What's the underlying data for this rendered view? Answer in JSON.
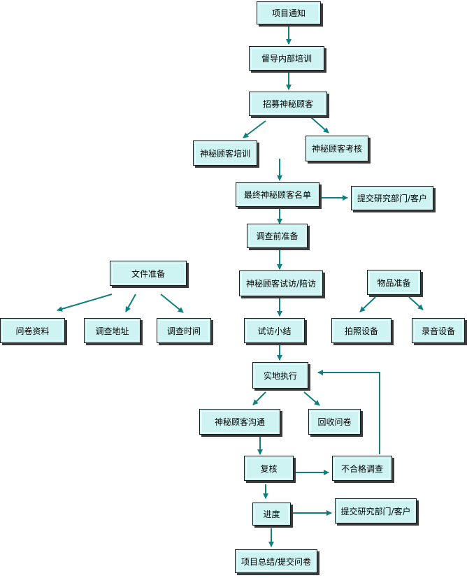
{
  "colors": {
    "box_fill": "#cdf3f3",
    "box_border": "#1a1a1a",
    "connector": "#0f7f7f"
  },
  "nodes": {
    "n1": "项目通知",
    "n2": "督导内部培训",
    "n3": "招募神秘顾客",
    "n4": "神秘顾客培训",
    "n5": "神秘顾客考核",
    "n6": "最终神秘顾客名单",
    "n7": "提交研究部门/客户",
    "n8": "调查前准备",
    "n9": "文件准备",
    "n10": "神秘顾客试访/陪访",
    "n11": "物品准备",
    "n12": "问卷资料",
    "n13": "调查地址",
    "n14": "调查时间",
    "n15": "试访小结",
    "n16": "拍照设备",
    "n17": "录音设备",
    "n18": "实地执行",
    "n19": "神秘顾客沟通",
    "n20": "回收问卷",
    "n21": "复核",
    "n22": "不合格调查",
    "n23": "进度",
    "n24": "提交研究部门/客户",
    "n25": "项目总结/提交问卷"
  }
}
